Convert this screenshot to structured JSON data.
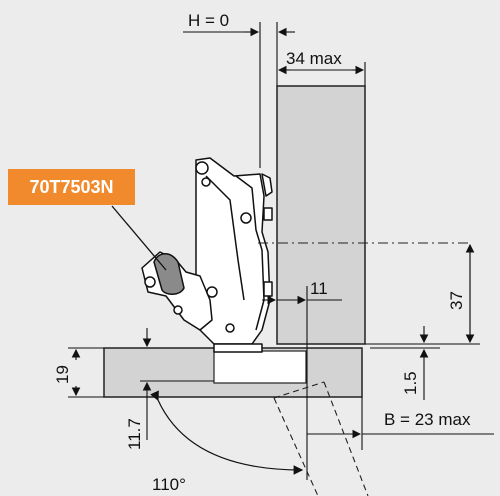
{
  "part_number": "70T7503N",
  "dimensions": {
    "overlay_h": "H = 0",
    "door_thickness": "34 max",
    "hinge_gap": "11",
    "cup_distance": "37",
    "plate_offset": "1.5",
    "cabinet_wall": "19",
    "mount_depth": "11.7",
    "boring_distance": "B = 23 max",
    "opening_angle": "110°"
  },
  "colors": {
    "background": "#ececec",
    "panel": "#d3d3d3",
    "callout": "#f08a2c",
    "line": "#111111"
  }
}
